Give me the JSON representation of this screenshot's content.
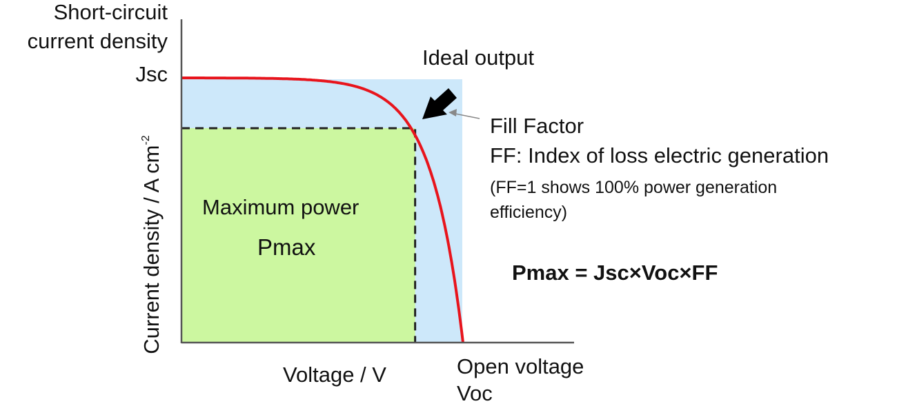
{
  "title_labels": {
    "y_top_line1": "Short-circuit",
    "y_top_line2": "current density",
    "jsc": "Jsc",
    "ideal_output": "Ideal output",
    "fill_factor": "Fill Factor",
    "ff_desc": "FF: Index of loss electric generation",
    "ff_note_line1": "(FF=1 shows 100% power generation",
    "ff_note_line2": "efficiency)",
    "max_power": "Maximum power",
    "pmax": "Pmax",
    "formula": "Pmax = Jsc×Voc×FF",
    "y_axis_title": "Current density / A cm",
    "y_axis_sup": "-2",
    "x_axis_title": "Voltage / V",
    "voc_line1": "Open voltage",
    "voc_line2": "Voc"
  },
  "colors": {
    "ideal_region": "#cde8fa",
    "max_power_region": "#ccf7a0",
    "jv_curve": "#e8141c",
    "axis": "#555555",
    "dash": "#222222",
    "arrow": "#000000",
    "pointer": "#888888"
  },
  "curve_model": {
    "description": "Normalized J-V curve: J/Jsc vs V/Voc",
    "mpp_voltage_fraction": 0.83,
    "mpp_current_fraction": 0.81
  }
}
